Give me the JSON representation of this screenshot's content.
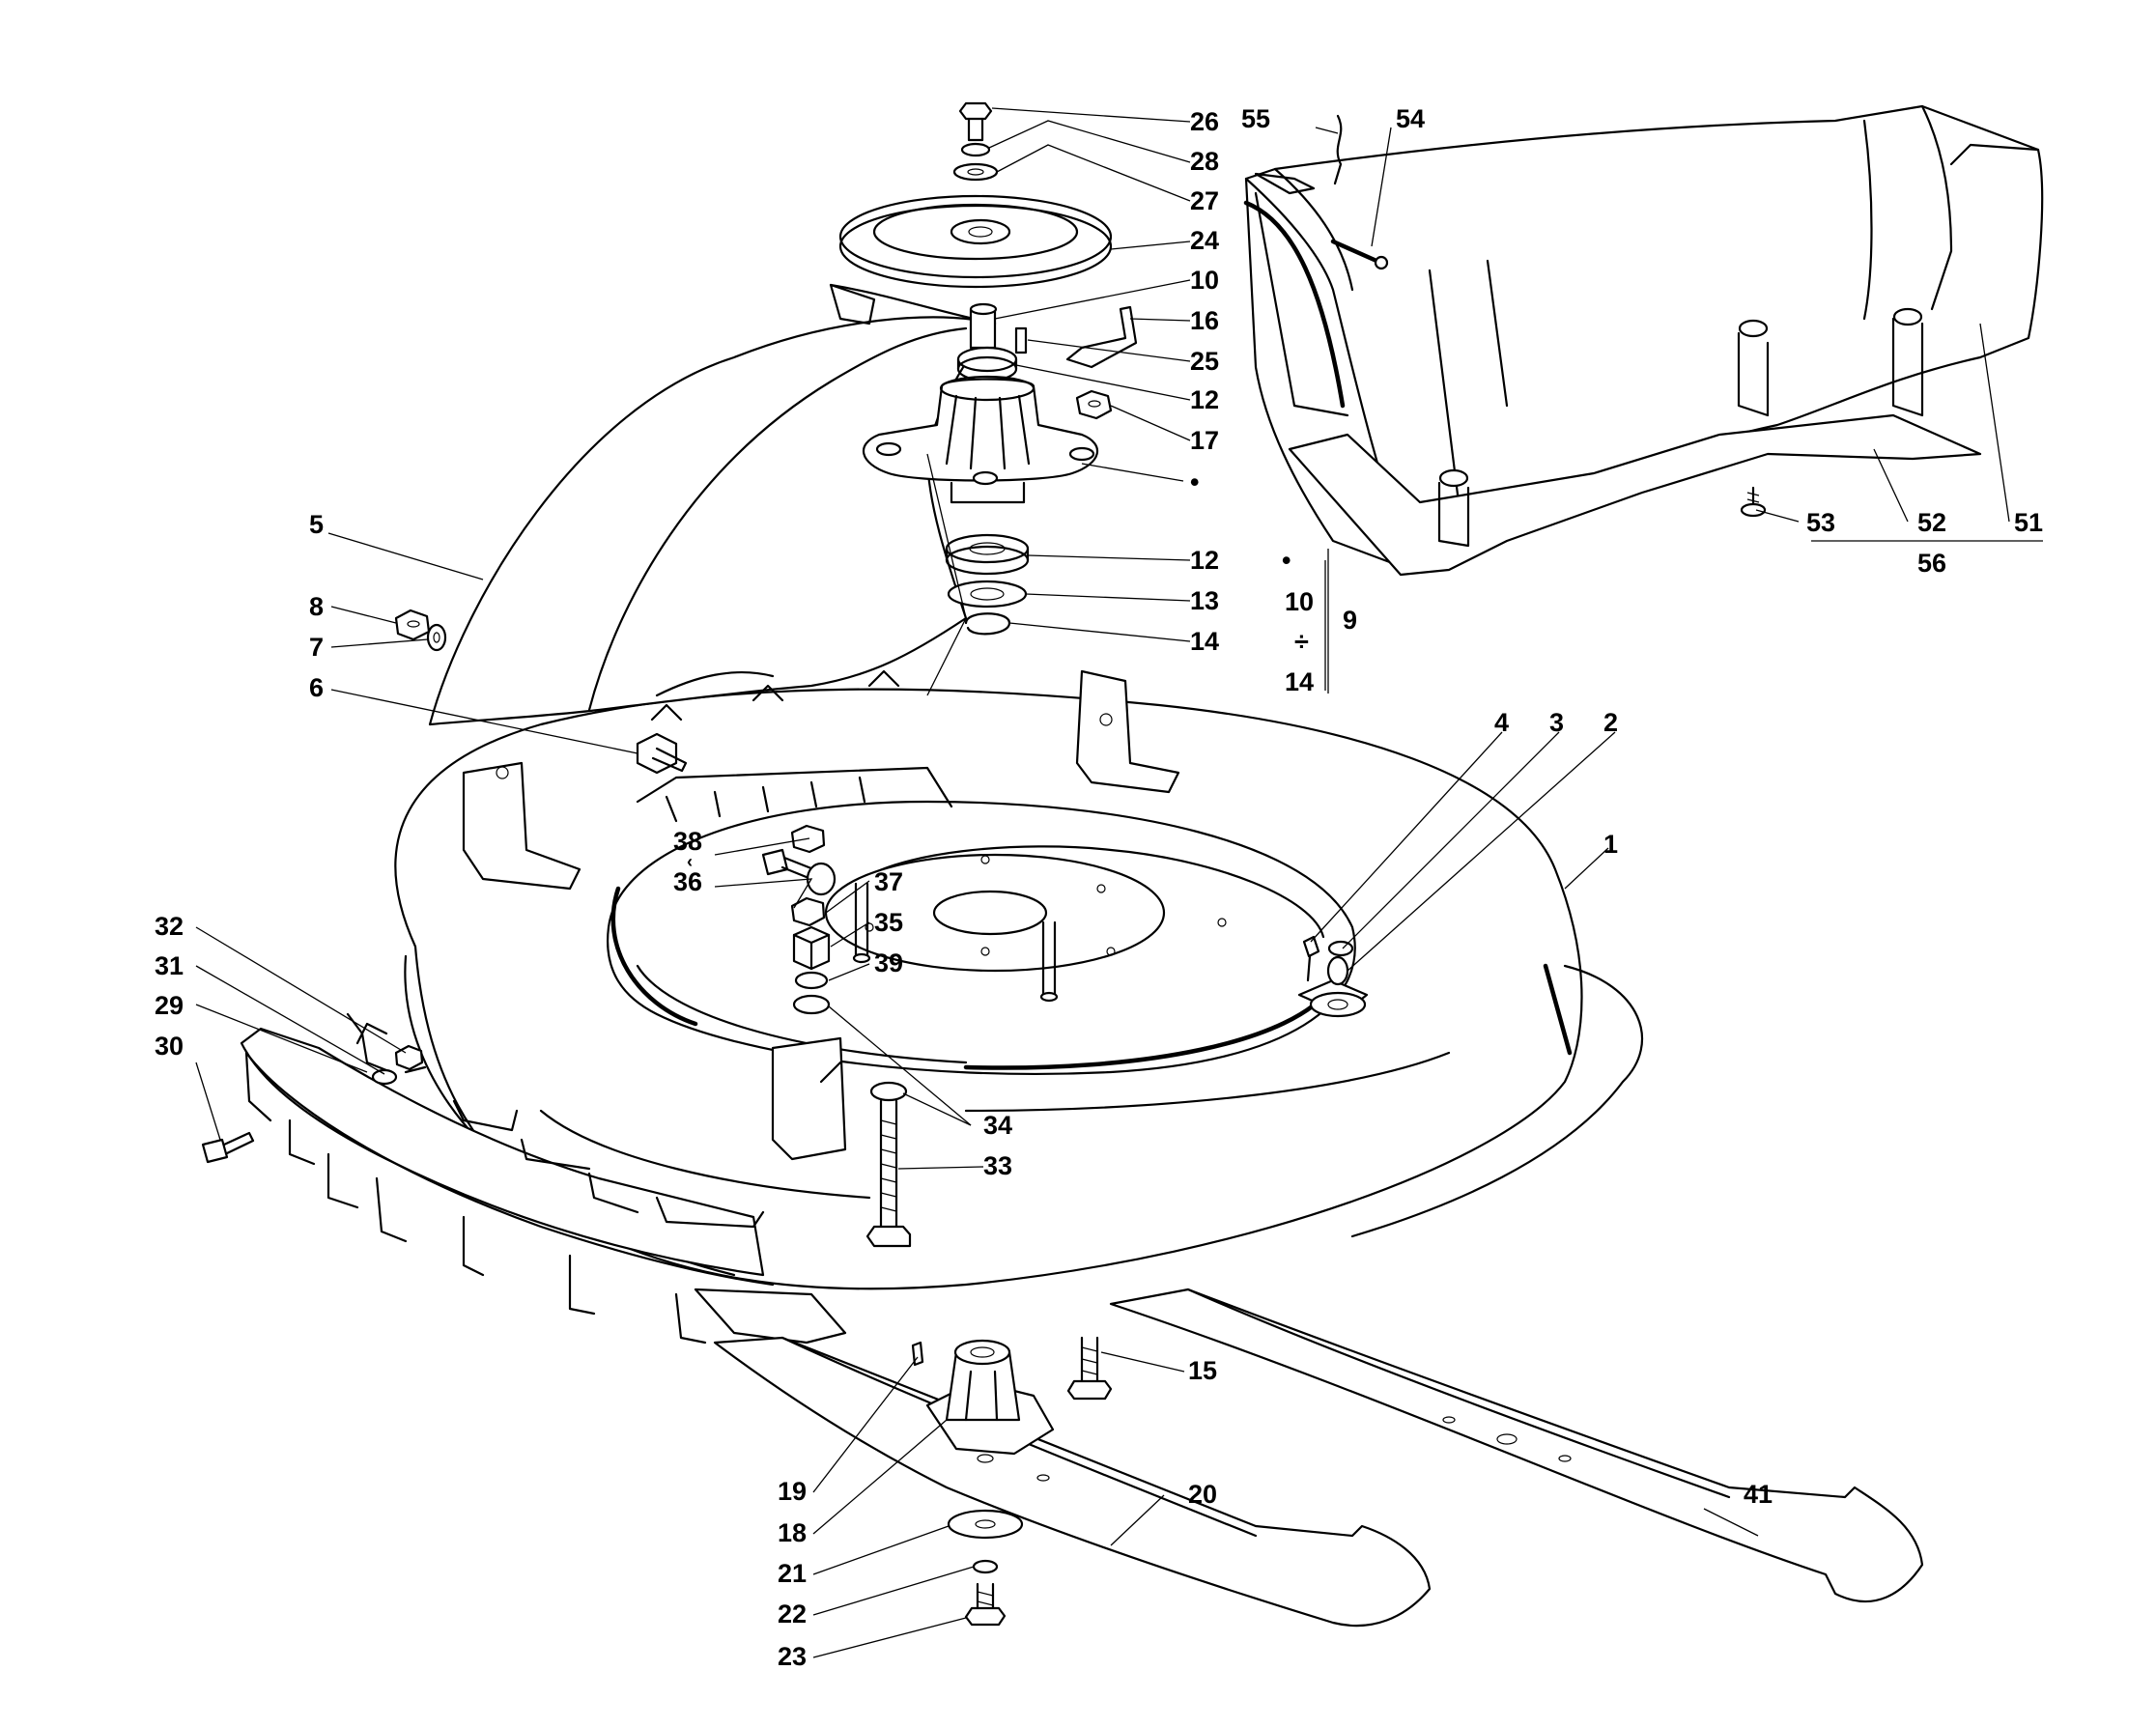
{
  "labels": {
    "l1": "1",
    "l2": "2",
    "l3": "3",
    "l4": "4",
    "l5": "5",
    "l6": "6",
    "l7": "7",
    "l8": "8",
    "l10": "10",
    "l12a": "12",
    "l12b": "12",
    "l13": "13",
    "l14": "14",
    "l15": "15",
    "l16": "16",
    "l17": "17",
    "l18": "18",
    "l19": "19",
    "l20": "20",
    "l21": "21",
    "l22": "22",
    "l23": "23",
    "l24": "24",
    "l25": "25",
    "l26": "26",
    "l27": "27",
    "l28": "28",
    "l29": "29",
    "l30": "30",
    "l31": "31",
    "l32": "32",
    "l33": "33",
    "l34": "34",
    "l35": "35",
    "l36": "36",
    "l37": "37",
    "l38": "38",
    "l39": "39",
    "l41": "41",
    "l51": "51",
    "l52": "52",
    "l53": "53",
    "l54": "54",
    "l55": "55",
    "l56": "56",
    "l36_38_link": "‹"
  },
  "kit_note": {
    "marker_top": "•",
    "from": "10",
    "separator": "÷",
    "to": "14",
    "kit_number": "9",
    "hub_marker": "•"
  },
  "colors": {
    "line": "#000000",
    "background": "#ffffff"
  }
}
